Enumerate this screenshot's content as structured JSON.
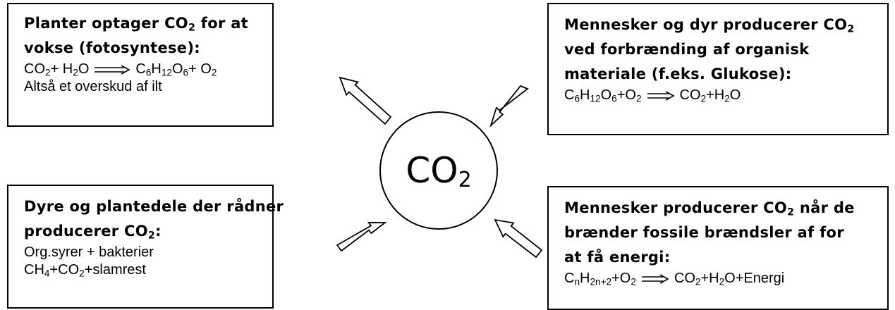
{
  "center": {
    "label": "CO",
    "sub": "2"
  },
  "boxes": {
    "top_left": {
      "heading_1a": "Planter optager CO",
      "heading_1s": "2",
      "heading_1b": " for at",
      "heading_2": "vokse (fotosyntese):",
      "eq_parts": [
        "CO",
        "2",
        "+ H",
        "2",
        "O",
        "C",
        "6",
        "H",
        "12",
        "O",
        "6",
        "+ O",
        "2"
      ],
      "line_last": "Altså et overskud af ilt"
    },
    "top_right": {
      "heading_1a": "Mennesker og dyr producerer CO",
      "heading_1s": "2",
      "heading_2": "ved forbrænding af organisk",
      "heading_3": "materiale (f.eks. Glukose):",
      "eq_parts": [
        "C",
        "6",
        "H",
        "12",
        "O",
        "6",
        "+O",
        "2",
        "CO",
        "2",
        "+H",
        "2",
        "O"
      ]
    },
    "bottom_left": {
      "heading_1": "Dyre og plantedele der rådner",
      "heading_2a": "producerer CO",
      "heading_2s": "2",
      "heading_2b": ":",
      "line_1": "Org.syrer + bakterier",
      "line_2_parts": [
        "CH",
        "4",
        "+CO",
        "2",
        "+slamrest"
      ]
    },
    "bottom_right": {
      "heading_1a": "Mennesker producerer CO",
      "heading_1s": "2",
      "heading_1b": " når de",
      "heading_2": "brænder fossile brændsler af for",
      "heading_3": "at få energi:",
      "eq_parts": [
        "C",
        "n",
        "H",
        "2n+2",
        "+O",
        "2",
        "CO",
        "2",
        "+H",
        "2",
        "O+Energi"
      ]
    }
  }
}
